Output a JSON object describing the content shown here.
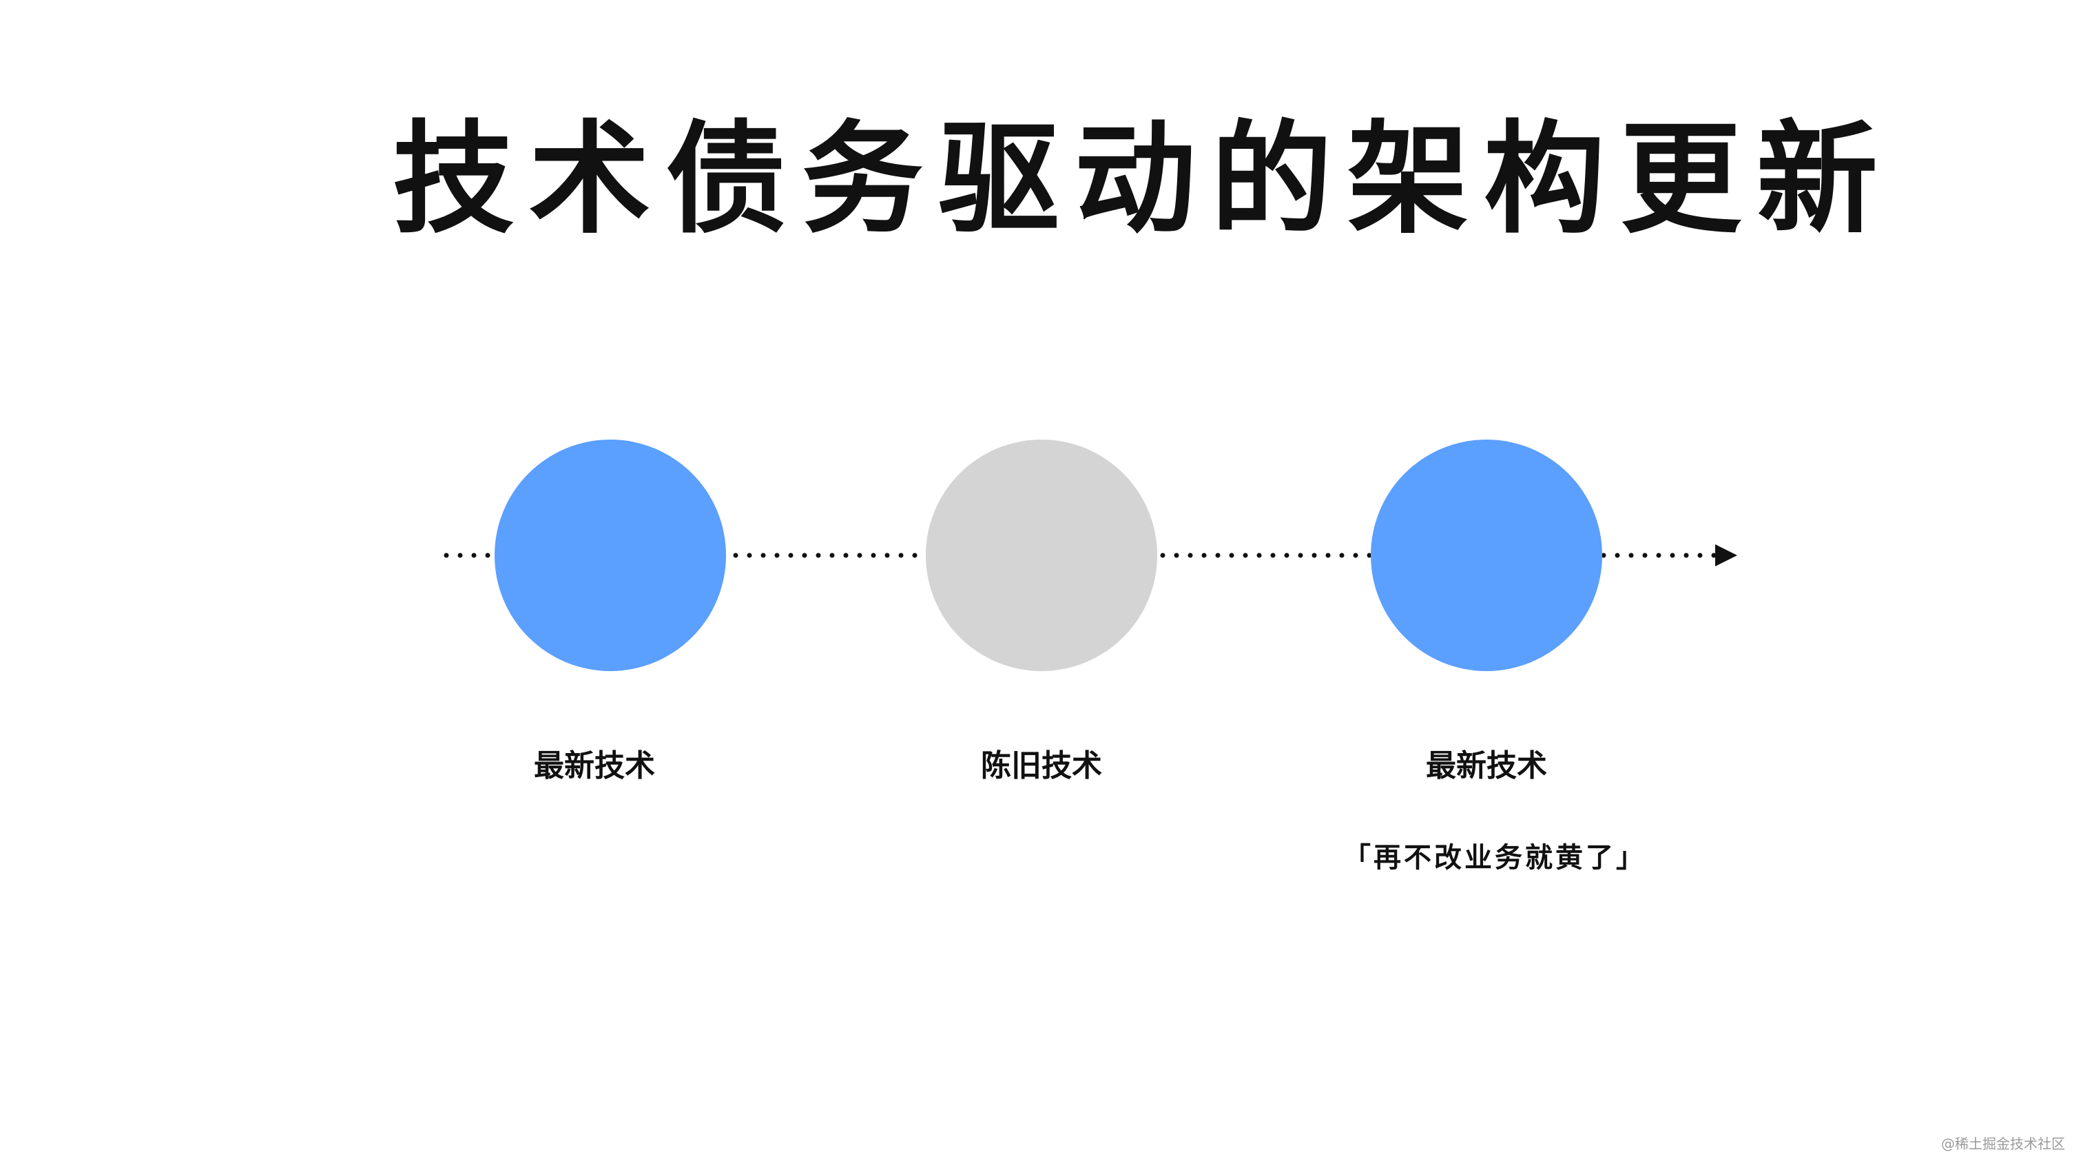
{
  "title": "技术债务驱动的架构更新",
  "colors": {
    "latest": "#5B9FFF",
    "old": "#D4D4D4",
    "text": "#111111"
  },
  "stages": [
    {
      "label": "最新技术",
      "color": "#5B9FFF"
    },
    {
      "label": "陈旧技术",
      "color": "#D4D4D4"
    },
    {
      "label": "最新技术",
      "color": "#5B9FFF"
    }
  ],
  "note": "「再不改业务就黄了」",
  "watermark": "@稀土掘金技术社区"
}
